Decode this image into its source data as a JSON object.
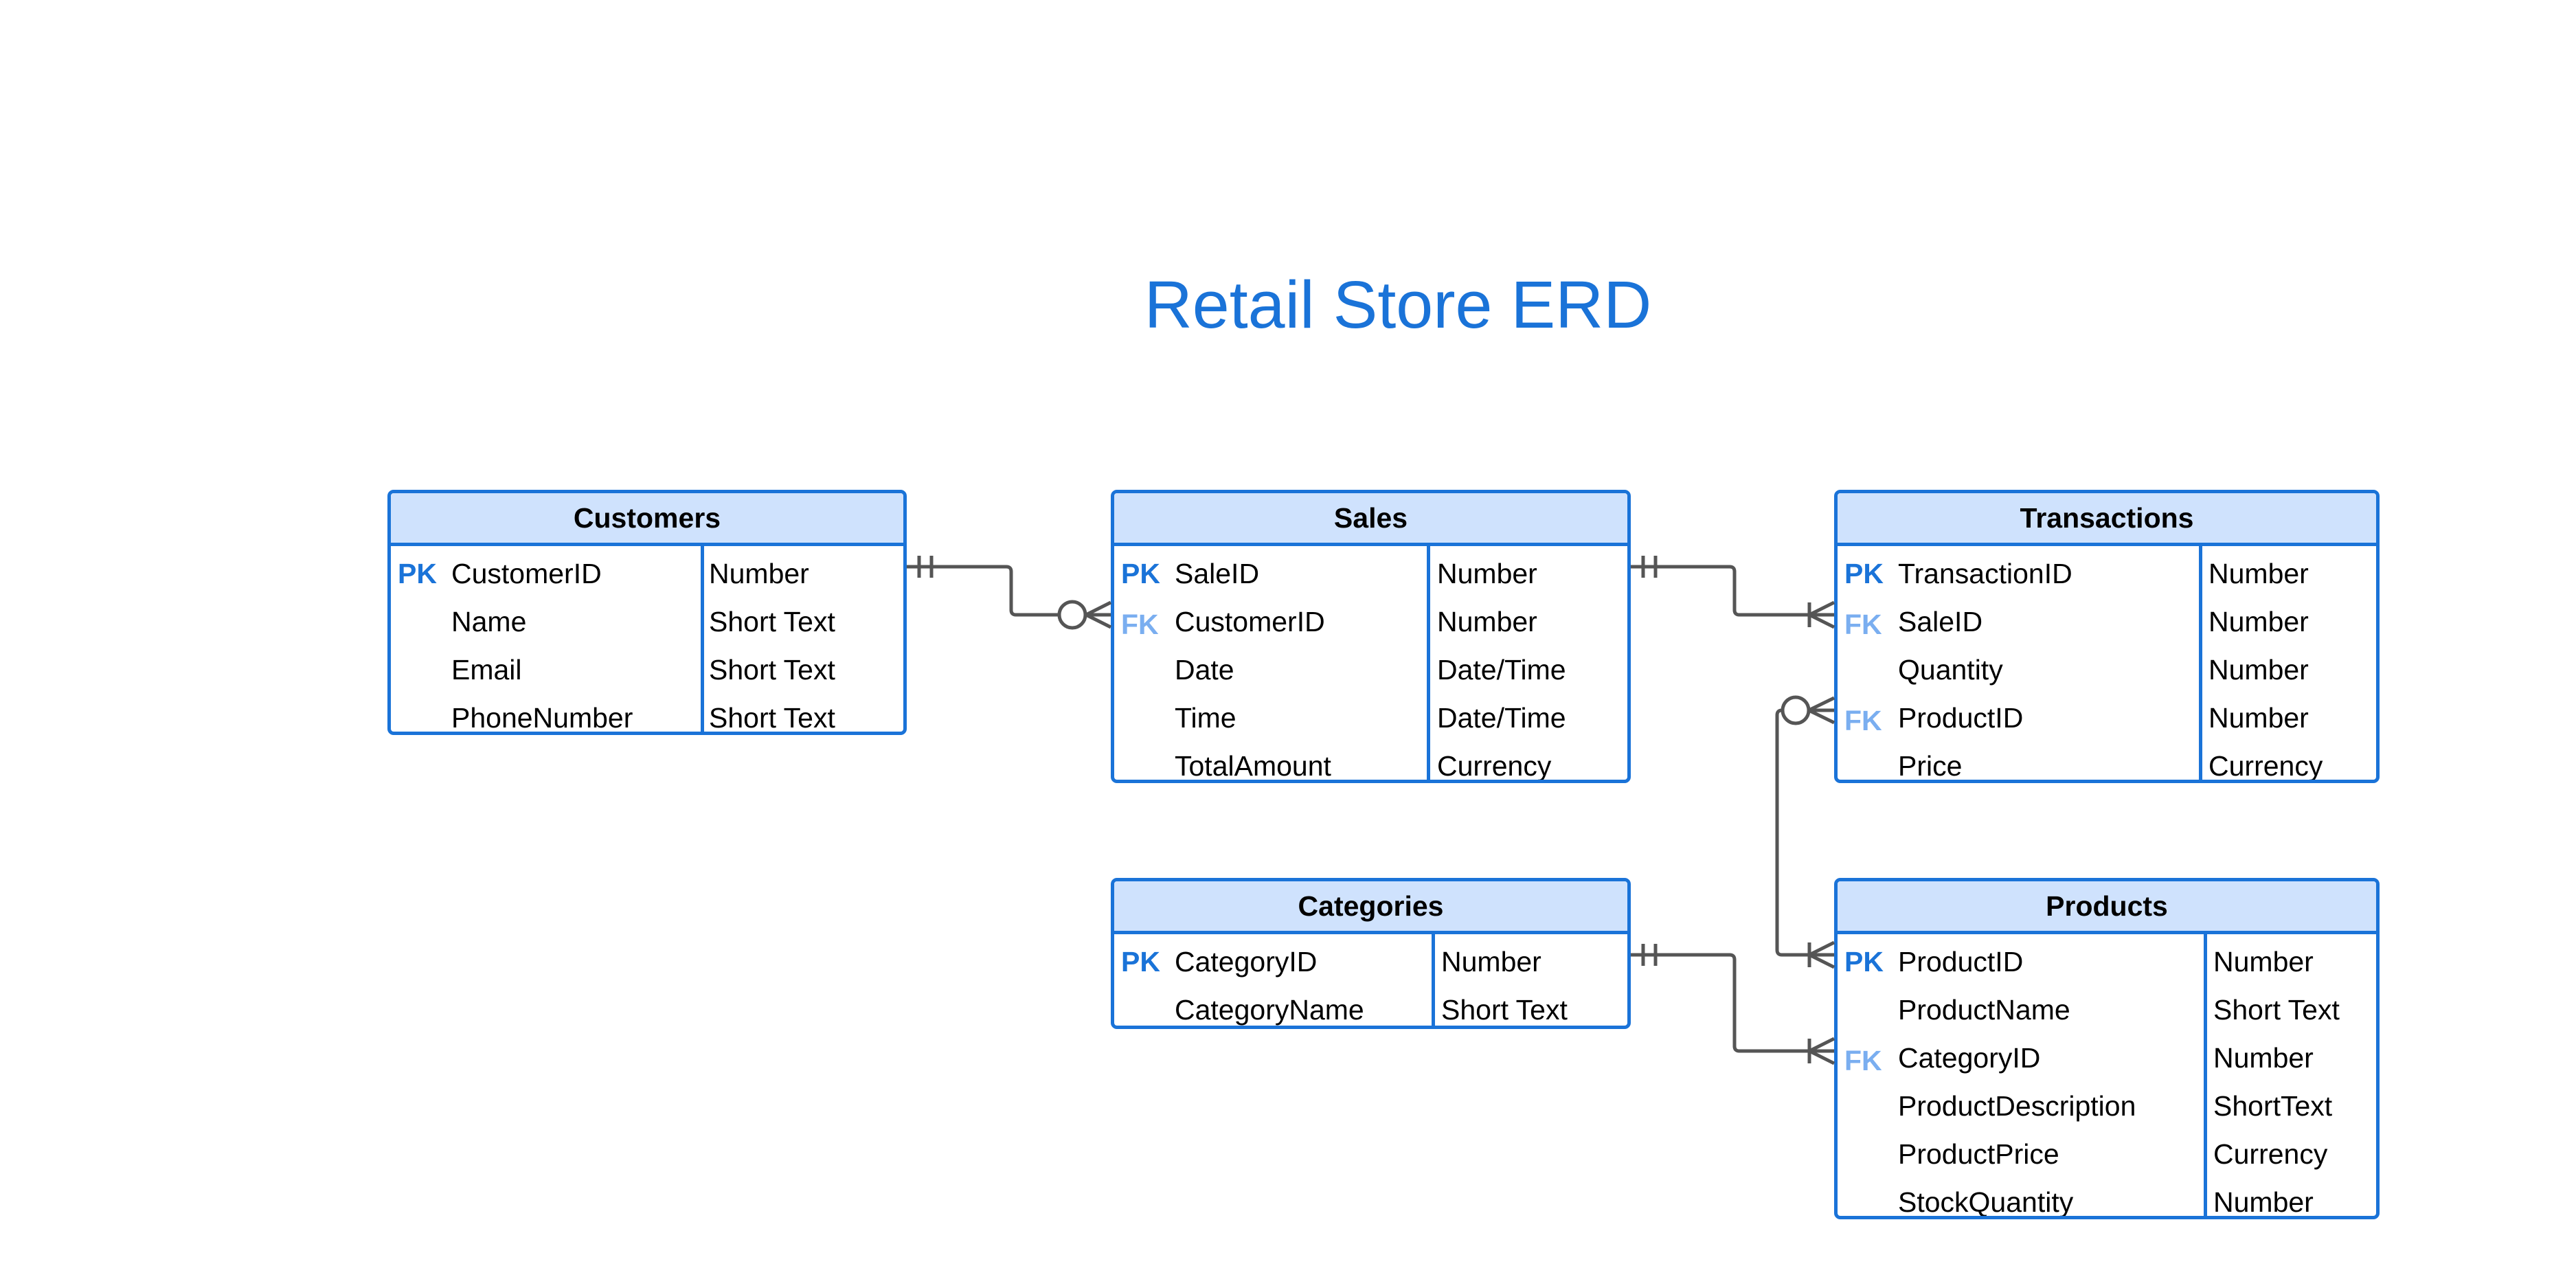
{
  "diagram": {
    "title": "Retail Store ERD",
    "entities": {
      "customers": {
        "name": "Customers",
        "fields": [
          {
            "key": "PK",
            "name": "CustomerID",
            "type": "Number"
          },
          {
            "key": "",
            "name": "Name",
            "type": "Short Text"
          },
          {
            "key": "",
            "name": "Email",
            "type": "Short Text"
          },
          {
            "key": "",
            "name": "PhoneNumber",
            "type": "Short Text"
          }
        ]
      },
      "sales": {
        "name": "Sales",
        "fields": [
          {
            "key": "PK",
            "name": "SaleID",
            "type": "Number"
          },
          {
            "key": "FK",
            "name": "CustomerID",
            "type": "Number"
          },
          {
            "key": "",
            "name": "Date",
            "type": "Date/Time"
          },
          {
            "key": "",
            "name": "Time",
            "type": "Date/Time"
          },
          {
            "key": "",
            "name": "TotalAmount",
            "type": "Currency"
          }
        ]
      },
      "transactions": {
        "name": "Transactions",
        "fields": [
          {
            "key": "PK",
            "name": "TransactionID",
            "type": "Number"
          },
          {
            "key": "FK",
            "name": "SaleID",
            "type": "Number"
          },
          {
            "key": "",
            "name": "Quantity",
            "type": "Number"
          },
          {
            "key": "FK",
            "name": "ProductID",
            "type": "Number"
          },
          {
            "key": "",
            "name": "Price",
            "type": "Currency"
          }
        ]
      },
      "categories": {
        "name": "Categories",
        "fields": [
          {
            "key": "PK",
            "name": "CategoryID",
            "type": "Number"
          },
          {
            "key": "",
            "name": "CategoryName",
            "type": "Short Text"
          }
        ]
      },
      "products": {
        "name": "Products",
        "fields": [
          {
            "key": "PK",
            "name": "ProductID",
            "type": "Number"
          },
          {
            "key": "",
            "name": "ProductName",
            "type": "Short Text"
          },
          {
            "key": "FK",
            "name": "CategoryID",
            "type": "Number"
          },
          {
            "key": "",
            "name": "ProductDescription",
            "type": "ShortText"
          },
          {
            "key": "",
            "name": "ProductPrice",
            "type": "Currency"
          },
          {
            "key": "",
            "name": "StockQuantity",
            "type": "Number"
          }
        ]
      }
    },
    "relationships": [
      {
        "from": "Customers.CustomerID",
        "to": "Sales.CustomerID",
        "from_card": "one-and-only-one",
        "to_card": "zero-or-many"
      },
      {
        "from": "Sales.SaleID",
        "to": "Transactions.SaleID",
        "from_card": "one-and-only-one",
        "to_card": "one-or-many"
      },
      {
        "from": "Transactions.ProductID",
        "to": "Products.ProductID",
        "from_card": "zero-or-many",
        "to_card": "one-or-many"
      },
      {
        "from": "Categories.CategoryID",
        "to": "Products.CategoryID",
        "from_card": "one-and-only-one",
        "to_card": "one-or-many"
      }
    ],
    "colors": {
      "accent": "#1a73d8",
      "header_fill": "#cfe2fd",
      "fk_label": "#7aaef0",
      "connector": "#555555"
    }
  }
}
